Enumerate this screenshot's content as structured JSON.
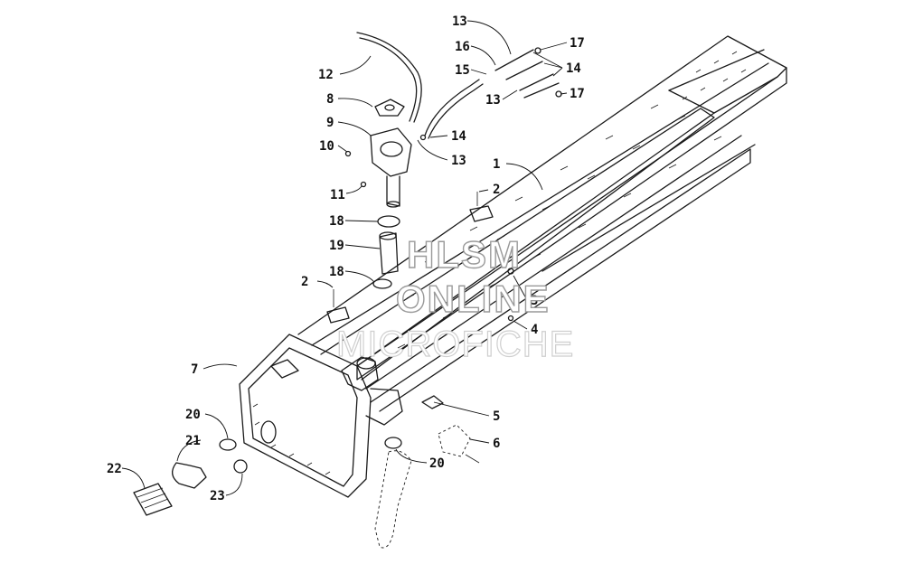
{
  "watermark": {
    "line1": "HLSM",
    "line2": "ONLINE",
    "line3": "MICROFICHE"
  },
  "callouts": [
    {
      "id": "c1",
      "label": "1"
    },
    {
      "id": "c2a",
      "label": "2"
    },
    {
      "id": "c2b",
      "label": "2"
    },
    {
      "id": "c3",
      "label": "3"
    },
    {
      "id": "c4",
      "label": "4"
    },
    {
      "id": "c5",
      "label": "5"
    },
    {
      "id": "c6",
      "label": "6"
    },
    {
      "id": "c7",
      "label": "7"
    },
    {
      "id": "c8",
      "label": "8"
    },
    {
      "id": "c9",
      "label": "9"
    },
    {
      "id": "c10",
      "label": "10"
    },
    {
      "id": "c11",
      "label": "11"
    },
    {
      "id": "c12",
      "label": "12"
    },
    {
      "id": "c13a",
      "label": "13"
    },
    {
      "id": "c13b",
      "label": "13"
    },
    {
      "id": "c13c",
      "label": "13"
    },
    {
      "id": "c14a",
      "label": "14"
    },
    {
      "id": "c14b",
      "label": "14"
    },
    {
      "id": "c15",
      "label": "15"
    },
    {
      "id": "c16",
      "label": "16"
    },
    {
      "id": "c17a",
      "label": "17"
    },
    {
      "id": "c17b",
      "label": "17"
    },
    {
      "id": "c18a",
      "label": "18"
    },
    {
      "id": "c18b",
      "label": "18"
    },
    {
      "id": "c19",
      "label": "19"
    },
    {
      "id": "c20a",
      "label": "20"
    },
    {
      "id": "c20b",
      "label": "20"
    },
    {
      "id": "c21",
      "label": "21"
    },
    {
      "id": "c22",
      "label": "22"
    },
    {
      "id": "c23",
      "label": "23"
    }
  ]
}
